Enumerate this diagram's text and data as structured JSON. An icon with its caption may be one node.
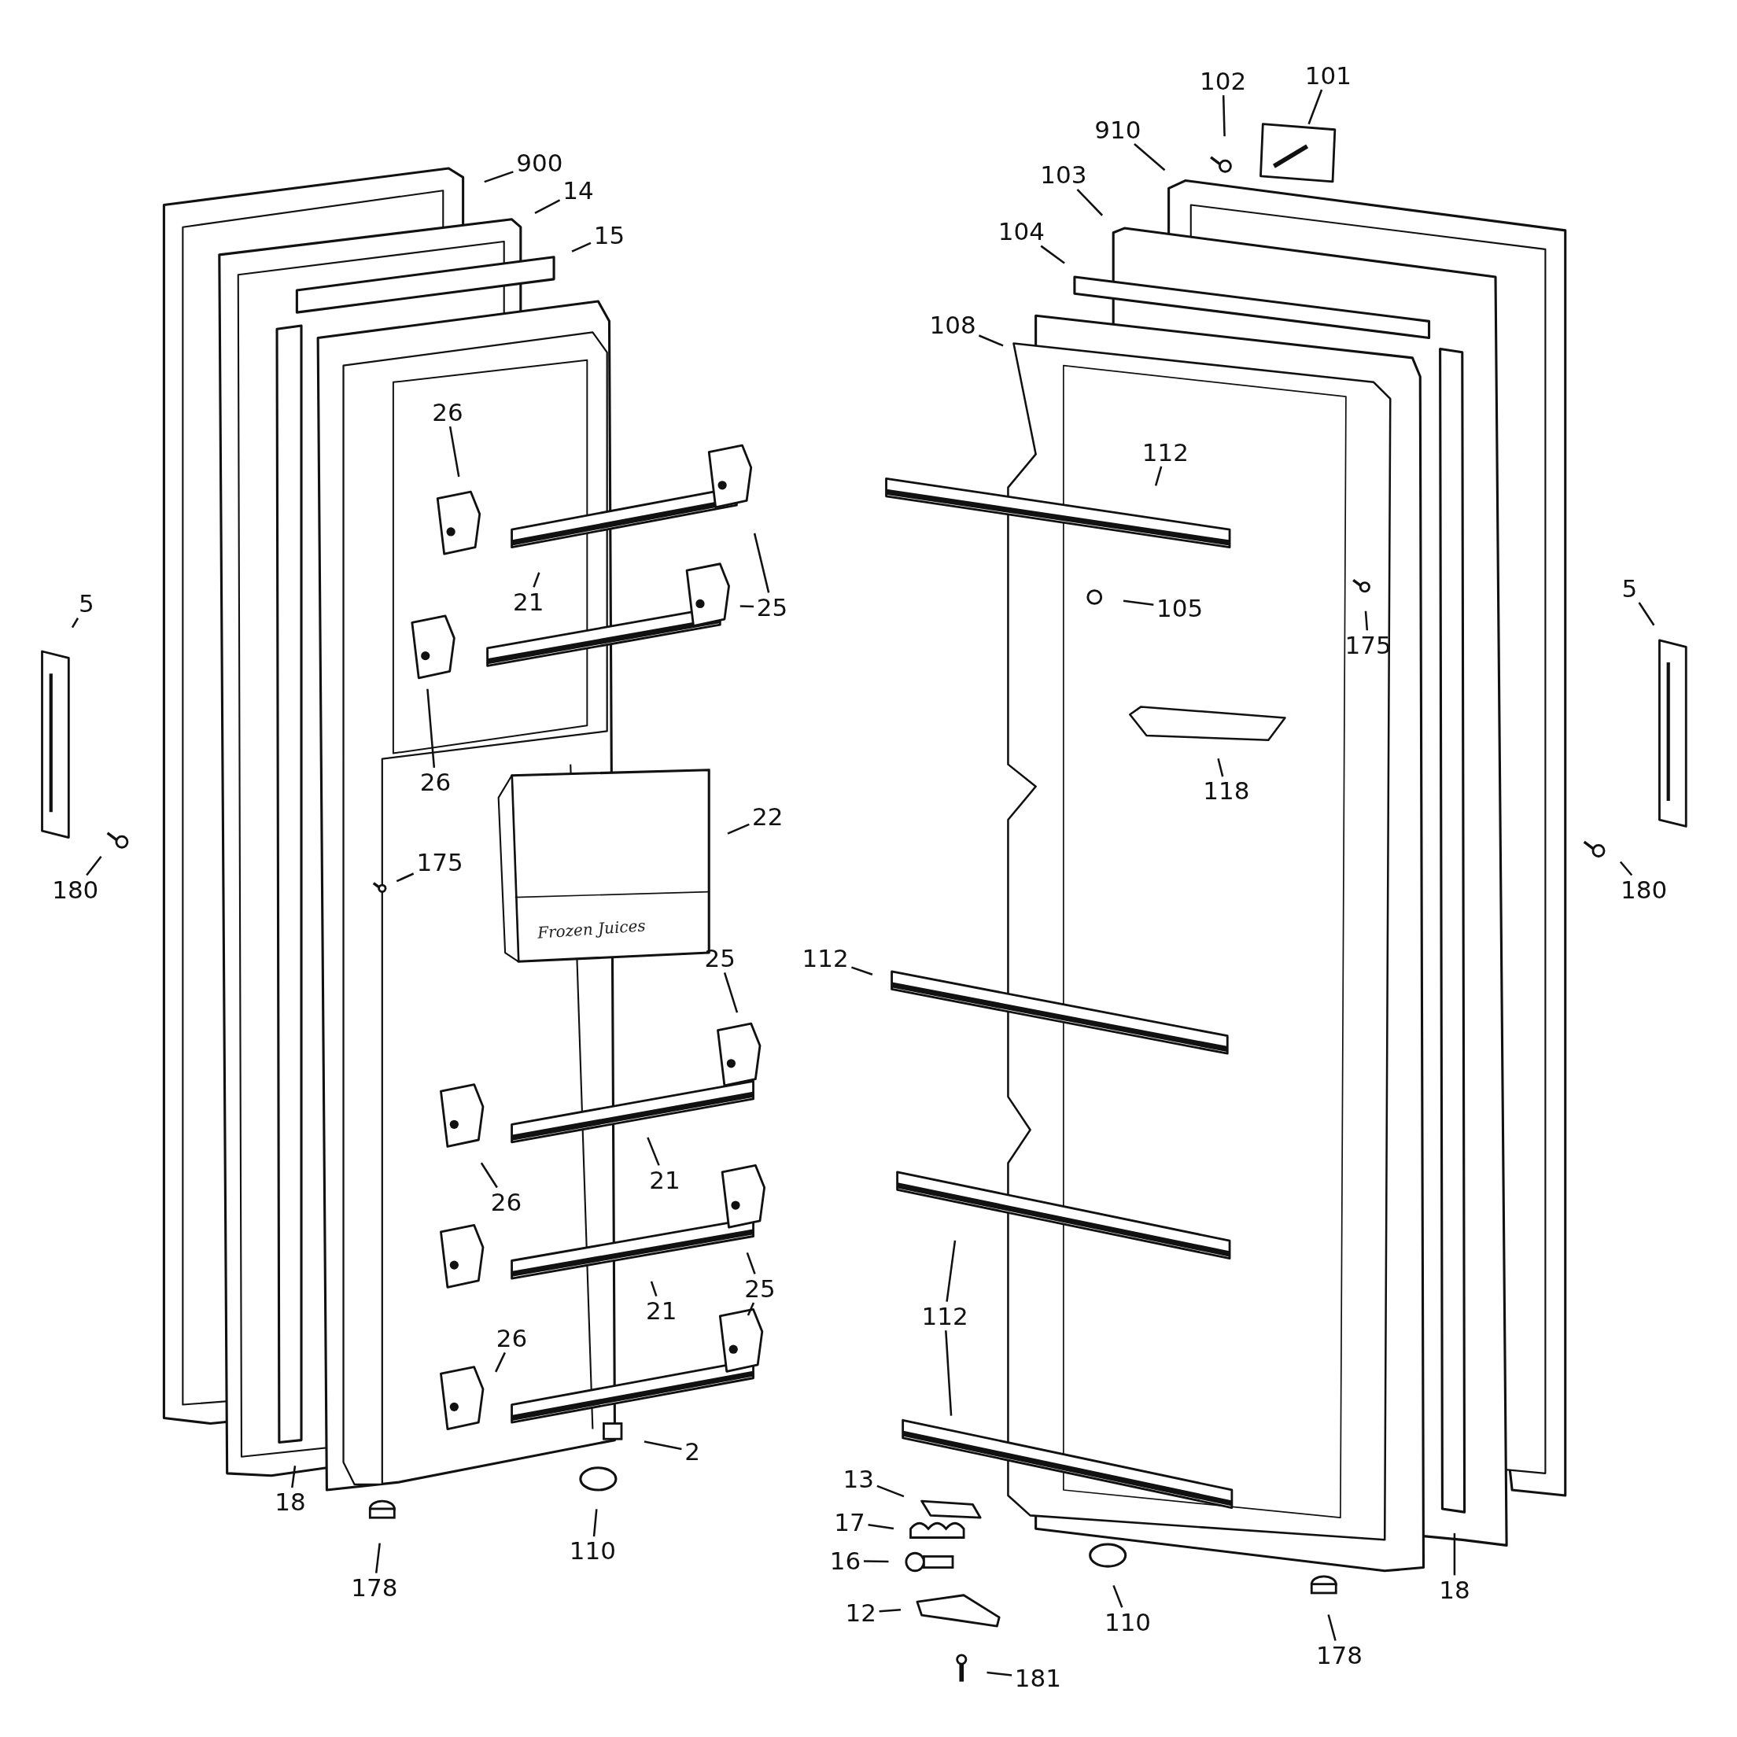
{
  "diagram": {
    "nodes": [
      {
        "text": [
          "900"
        ]
      },
      {
        "text": [
          "14"
        ]
      },
      {
        "text": [
          "15"
        ]
      },
      {
        "text": [
          "26"
        ]
      },
      {
        "text": [
          "25"
        ]
      },
      {
        "text": [
          "21"
        ]
      },
      {
        "text": [
          "26"
        ]
      },
      {
        "text": [
          "5"
        ]
      },
      {
        "text": [
          "180"
        ]
      },
      {
        "text": [
          "175"
        ]
      },
      {
        "text": [
          "22"
        ]
      },
      {
        "text": [
          "25"
        ]
      },
      {
        "text": [
          "21"
        ]
      },
      {
        "text": [
          "26"
        ]
      },
      {
        "text": [
          "25"
        ]
      },
      {
        "text": [
          "26"
        ]
      },
      {
        "text": [
          "21"
        ]
      },
      {
        "text": [
          "2"
        ]
      },
      {
        "text": [
          "18"
        ]
      },
      {
        "text": [
          "178"
        ]
      },
      {
        "text": [
          "110"
        ]
      },
      {
        "text": [
          "102"
        ]
      },
      {
        "text": [
          "101"
        ]
      },
      {
        "text": [
          "910"
        ]
      },
      {
        "text": [
          "103"
        ]
      },
      {
        "text": [
          "104"
        ]
      },
      {
        "text": [
          "108"
        ]
      },
      {
        "text": [
          "112"
        ]
      },
      {
        "text": [
          "105"
        ]
      },
      {
        "text": [
          "175"
        ]
      },
      {
        "text": [
          "118"
        ]
      },
      {
        "text": [
          "5"
        ]
      },
      {
        "text": [
          "180"
        ]
      },
      {
        "text": [
          "112"
        ]
      },
      {
        "text": [
          "112"
        ]
      },
      {
        "text": [
          "13"
        ]
      },
      {
        "text": [
          "17"
        ]
      },
      {
        "text": [
          "16"
        ]
      },
      {
        "text": [
          "12"
        ]
      },
      {
        "text": [
          "181"
        ]
      },
      {
        "text": [
          "110"
        ]
      },
      {
        "text": [
          "178"
        ]
      },
      {
        "text": [
          "18"
        ]
      },
      {
        "text": [],
        "shape": "picture"
      }
    ],
    "edges": [
      {
        "from": 0,
        "to": null,
        "arrow": "none"
      },
      {
        "from": 1,
        "to": null,
        "arrow": "none"
      },
      {
        "from": 2,
        "to": null,
        "arrow": "none"
      },
      {
        "from": 3,
        "to": null,
        "arrow": "none"
      },
      {
        "from": 4,
        "to": null,
        "arrow": "none"
      },
      {
        "from": 4,
        "to": null,
        "arrow": "none"
      },
      {
        "from": 5,
        "to": null,
        "arrow": "none"
      },
      {
        "from": 6,
        "to": null,
        "arrow": "none"
      },
      {
        "from": 7,
        "to": null,
        "arrow": "none"
      },
      {
        "from": 8,
        "to": null,
        "arrow": "none"
      },
      {
        "from": 9,
        "to": null,
        "arrow": "none"
      },
      {
        "from": 10,
        "to": null,
        "arrow": "none"
      },
      {
        "from": 11,
        "to": null,
        "arrow": "none"
      },
      {
        "from": 12,
        "to": null,
        "arrow": "none"
      },
      {
        "from": 13,
        "to": null,
        "arrow": "none"
      },
      {
        "from": 14,
        "to": null,
        "arrow": "none"
      },
      {
        "from": 14,
        "to": null,
        "arrow": "none"
      },
      {
        "from": 15,
        "to": null,
        "arrow": "none"
      },
      {
        "from": 16,
        "to": null,
        "arrow": "none"
      },
      {
        "from": 17,
        "to": null,
        "arrow": "none"
      },
      {
        "from": 18,
        "to": null,
        "arrow": "none"
      },
      {
        "from": 19,
        "to": null,
        "arrow": "none"
      },
      {
        "from": 20,
        "to": null,
        "arrow": "none"
      },
      {
        "from": 21,
        "to": null,
        "arrow": "none"
      },
      {
        "from": 22,
        "to": 43,
        "arrow": "none"
      },
      {
        "from": 23,
        "to": null,
        "arrow": "none"
      },
      {
        "from": 24,
        "to": null,
        "arrow": "none"
      },
      {
        "from": 25,
        "to": null,
        "arrow": "none"
      },
      {
        "from": 26,
        "to": null,
        "arrow": "none"
      },
      {
        "from": 27,
        "to": null,
        "arrow": "none"
      },
      {
        "from": 28,
        "to": null,
        "arrow": "none"
      },
      {
        "from": 29,
        "to": null,
        "arrow": "none"
      },
      {
        "from": 30,
        "to": null,
        "arrow": "none"
      },
      {
        "from": 31,
        "to": null,
        "arrow": "none"
      },
      {
        "from": 32,
        "to": null,
        "arrow": "none"
      },
      {
        "from": 33,
        "to": null,
        "arrow": "none"
      },
      {
        "from": 34,
        "to": null,
        "arrow": "none"
      },
      {
        "from": 34,
        "to": null,
        "arrow": "none"
      },
      {
        "from": 35,
        "to": null,
        "arrow": "none"
      },
      {
        "from": 36,
        "to": null,
        "arrow": "none"
      },
      {
        "from": 37,
        "to": null,
        "arrow": "none"
      },
      {
        "from": 38,
        "to": null,
        "arrow": "none"
      },
      {
        "from": 39,
        "to": null,
        "arrow": "none"
      },
      {
        "from": 40,
        "to": null,
        "arrow": "none"
      },
      {
        "from": 41,
        "to": null,
        "arrow": "none"
      },
      {
        "from": 42,
        "to": null,
        "arrow": "none"
      }
    ],
    "labels": [
      "Frozen Juices"
    ]
  }
}
